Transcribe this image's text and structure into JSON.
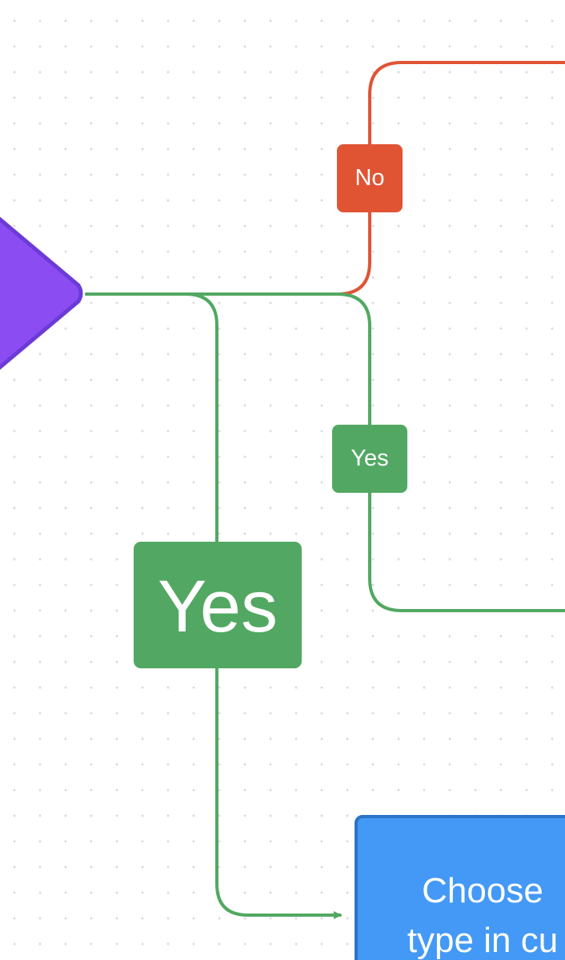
{
  "colors": {
    "decision_fill": "#8b4cf2",
    "decision_border": "#6b3bd6",
    "yes": "#52a862",
    "no": "#e05434",
    "process_fill": "#4399f5",
    "process_border": "#2c74c8"
  },
  "labels": {
    "no": "No",
    "yes_small": "Yes",
    "yes_big": "Yes"
  },
  "process": {
    "text": "Choose\ntype in cu"
  }
}
